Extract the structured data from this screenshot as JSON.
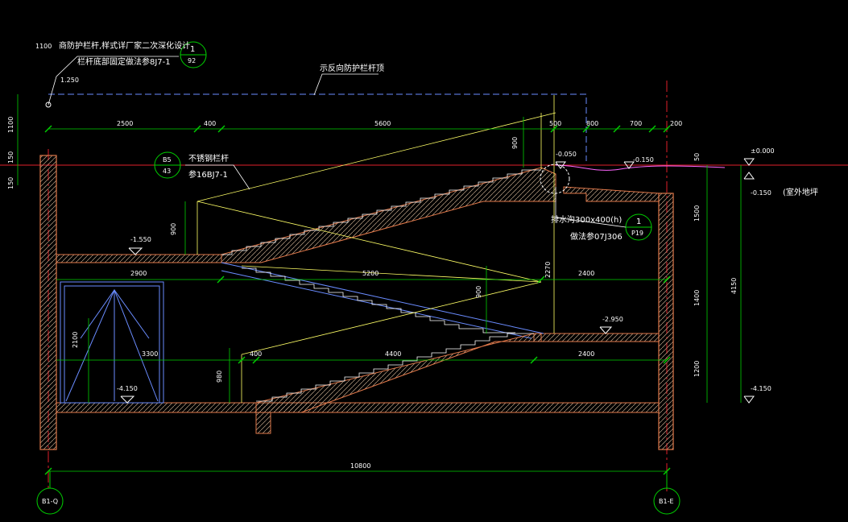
{
  "colors": {
    "background": "#000000",
    "wall": "#e0784a",
    "hatch": "#bfa58a",
    "dimension": "#00d000",
    "axis": "#e0202a",
    "guide": "#ffff66",
    "rail": "#6a8cff",
    "text": "#ffffff"
  },
  "notes": {
    "rail_height": "1100",
    "rail_note": "商防护栏杆,样式详厂家二次深化设计",
    "rail_fix_note": "栏杆底部固定做法参8J7-1",
    "rail_callout_top": "1",
    "rail_callout_bottom": "92",
    "rail_level": "1.250",
    "reverse_rail_note": "示反向防护栏杆顶",
    "steel_rail": "不锈钢栏杆",
    "steel_rail_ref": "参16BJ7-1",
    "steel_callout_top": "B5",
    "steel_callout_bottom": "43",
    "drain_note": "排水沟300x400(h)",
    "drain_ref": "做法参07J306",
    "drain_callout_top": "1",
    "drain_callout_bottom": "P19",
    "outdoor_note": "(室外地坪"
  },
  "levels": {
    "top_right": "±0.000",
    "outdoor": "-0.150",
    "near_top": "-0.050",
    "top_step": "-0.150",
    "landing_left": "-1.550",
    "landing_mid": "-2.950",
    "bottom_left": "-4.150",
    "bottom_right": "-4.150"
  },
  "dimensions": {
    "top_row": [
      "2500",
      "400",
      "5600",
      "500",
      "800",
      "700",
      "200"
    ],
    "mid_row": [
      "2900",
      "5200",
      "2400"
    ],
    "low_row": [
      "3300",
      "400",
      "4400",
      "2400"
    ],
    "total": "10800",
    "left_vertical": [
      "1100",
      "150",
      "150"
    ],
    "right_vertical": [
      "50",
      "1500",
      "1400",
      "1200",
      "4150"
    ],
    "guards": [
      "900",
      "900",
      "900",
      "980",
      "2100",
      "2270"
    ]
  },
  "axes": {
    "left": "B1-Q",
    "right": "B1-E"
  }
}
